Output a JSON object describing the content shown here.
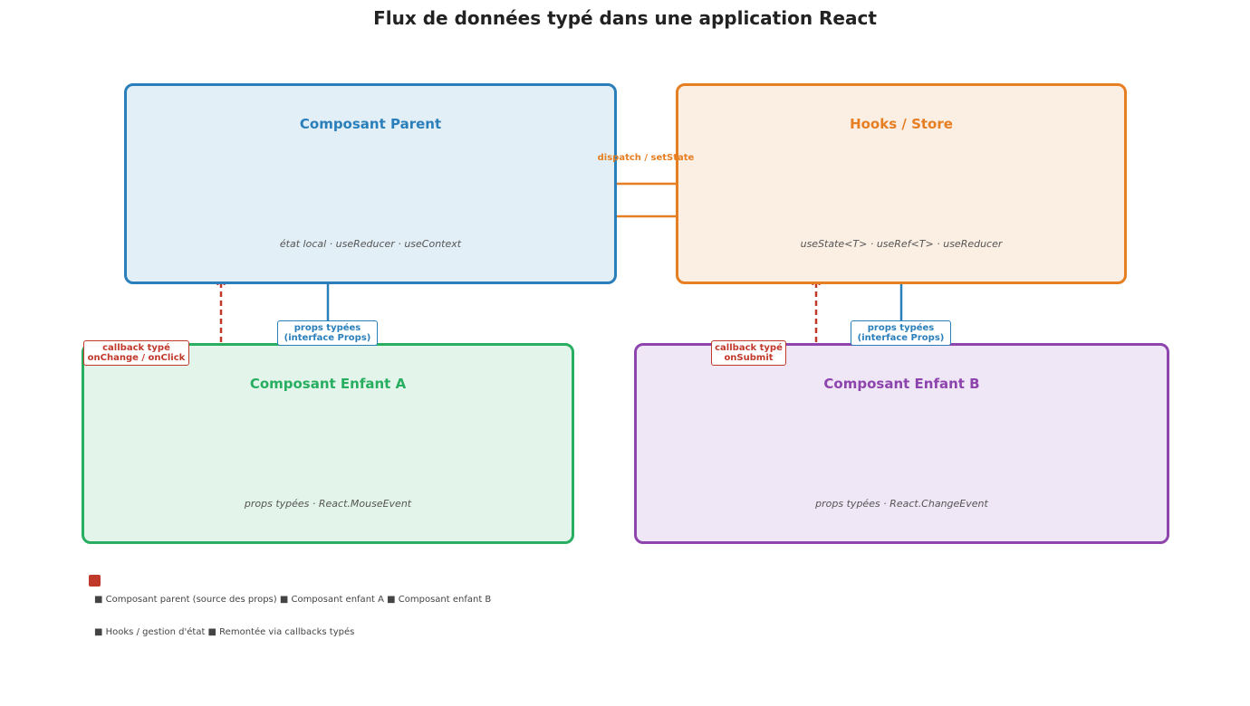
{
  "title": "Flux de données typé dans une application React",
  "boxes": {
    "parent": {
      "title": "Composant Parent",
      "subtitle": "état local · useReducer · useContext",
      "color": "#2a7fba"
    },
    "store": {
      "title": "Hooks / Store",
      "subtitle": "useState<T> · useRef<T> · useReducer",
      "color": "#e67e22"
    },
    "child_a": {
      "title": "Composant Enfant A",
      "subtitle": "props typées · React.MouseEvent",
      "color": "#27ae60"
    },
    "child_b": {
      "title": "Composant Enfant B",
      "subtitle": "props typées · React.ChangeEvent",
      "color": "#8e44ad"
    }
  },
  "edges": {
    "dispatch_label": "dispatch / setState",
    "props_a": {
      "line1": "props typées",
      "line2": "(interface Props)"
    },
    "props_b": {
      "line1": "props typées",
      "line2": "(interface Props)"
    },
    "callback_a": {
      "line1": "callback typé",
      "line2": "onChange / onClick"
    },
    "callback_b": {
      "line1": "callback typé",
      "line2": "onSubmit"
    }
  },
  "colors": {
    "props_arrow": "#2a7fba",
    "callback_arrow": "#c0392b",
    "dispatch_arrow": "#e67e22"
  },
  "legend": {
    "line1": "■ Composant parent (source des props)  ■ Composant enfant A  ■ Composant enfant B",
    "line2": "■ Hooks / gestion d'état  ■ Remontée via callbacks typés"
  }
}
